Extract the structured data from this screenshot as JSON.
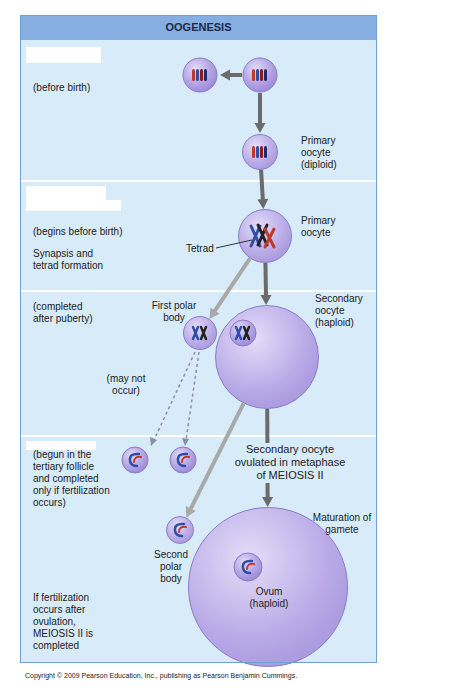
{
  "diagram": {
    "title": "OOGENESIS",
    "nodes": [
      {
        "text": [
          "(before birth)"
        ]
      },
      {
        "text": [
          "Primary oocyte (diploid)"
        ],
        "in": 0
      },
      {
        "text": [
          "(begins before birth)",
          "Synapsis and tetrad formation"
        ]
      },
      {
        "text": [
          "Primary oocyte"
        ],
        "in": 2
      },
      {
        "text": [
          "(completed after puberty)"
        ]
      },
      {
        "text": [
          "First polar body"
        ],
        "in": 4
      },
      {
        "text": [
          "Secondary oocyte (haploid)"
        ],
        "in": 4
      },
      {
        "text": [
          "(begun in the tertiary follicle and completed only if fertilization occurs)",
          "If fertilization occurs after ovulation, MEIOSIS II is completed"
        ]
      },
      {
        "text": [
          "Second polar body"
        ],
        "in": 7
      },
      {
        "text": [
          "Ovum (haploid)"
        ],
        "in": 7
      }
    ],
    "edges": [
      {
        "from": 1,
        "to": 3,
        "arrow": "to"
      },
      {
        "from": 3,
        "to": 5,
        "arrow": "to"
      },
      {
        "from": 3,
        "to": 6,
        "arrow": "to"
      },
      {
        "from": 6,
        "to": 8,
        "arrow": "to"
      },
      {
        "from": 6,
        "to": 9,
        "arrow": "to"
      }
    ],
    "labels": [
      "Tetrad",
      "(may not occur)",
      "Secondary oocyte ovulated in metaphase of MEIOSIS II",
      "Maturation of gamete",
      "Copyright © 2009 Pearson Education, Inc., publishing as Pearson Benjamin Cummings."
    ]
  }
}
